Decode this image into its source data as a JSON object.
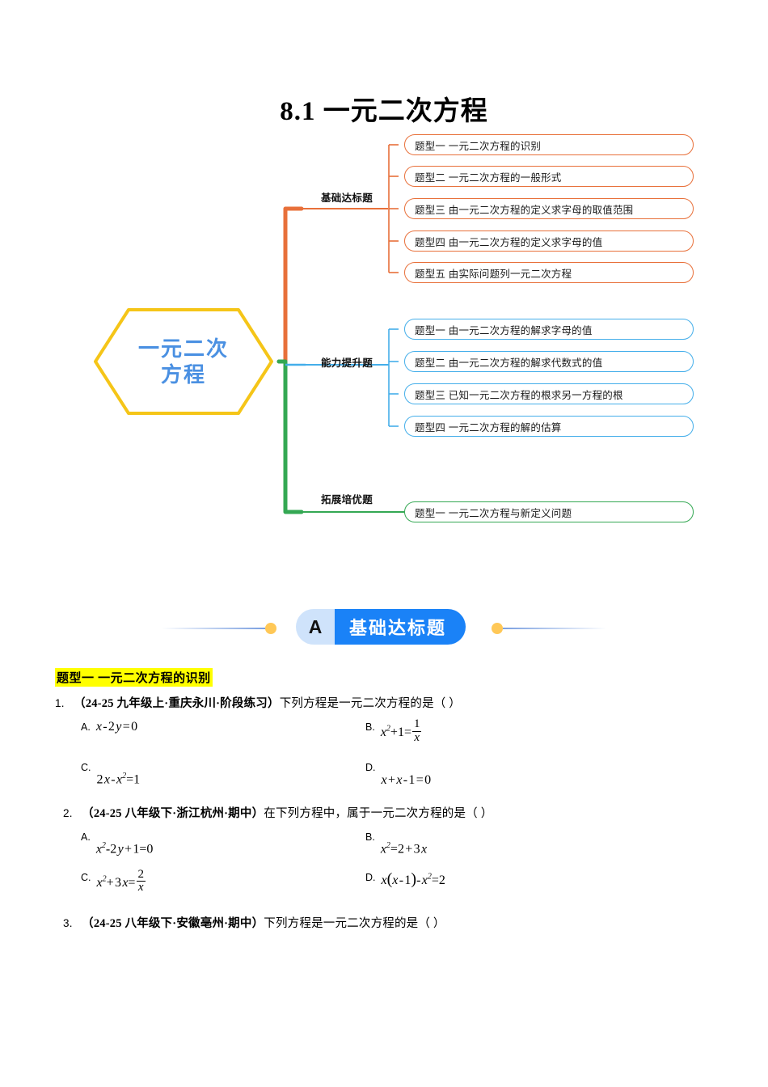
{
  "document": {
    "title": "8.1 一元二次方程"
  },
  "mindmap": {
    "center_node": {
      "line1": "一元二次",
      "line2": "方程",
      "border_color": "#f5c518",
      "text_color": "#4a90e2"
    },
    "branches": [
      {
        "label": "基础达标题",
        "color": "#e8703a",
        "items": [
          "题型一  一元二次方程的识别",
          "题型二 一元二次方程的一般形式",
          "题型三 由一元二次方程的定义求字母的取值范围",
          "题型四  由一元二次方程的定义求字母的值",
          "题型五  由实际问题列一元二次方程"
        ]
      },
      {
        "label": "能力提升题",
        "color": "#44aeea",
        "items": [
          "题型一 由一元二次方程的解求字母的值",
          "题型二  由一元二次方程的解求代数式的值",
          "题型三 已知一元二次方程的根求另一方程的根",
          "题型四 一元二次方程的解的估算"
        ]
      },
      {
        "label": "拓展培优题",
        "color": "#34a853",
        "items": [
          "题型一 一元二次方程与新定义问题"
        ]
      }
    ]
  },
  "section_banner": {
    "letter": "A",
    "title": "基础达标题",
    "letter_bg": "#cfe3fb",
    "title_bg": "#1a82f7",
    "dot_color": "#ffc857"
  },
  "exercises": {
    "topic_heading": "题型一  一元二次方程的识别",
    "highlight_color": "#ffff00",
    "questions": [
      {
        "number": "1.",
        "source": "（24-25 九年级上·重庆永川·阶段练习）",
        "stem": "下列方程是一元二次方程的是（  ）",
        "options": [
          {
            "letter": "A.",
            "math": "x - 2 y = 0"
          },
          {
            "letter": "B.",
            "math": "x² + 1 = 1/x"
          },
          {
            "letter": "C.",
            "math": "2 x - x² = 1"
          },
          {
            "letter": "D.",
            "math": "x + x - 1 = 0"
          }
        ]
      },
      {
        "number": "2.",
        "source": "（24-25 八年级下·浙江杭州·期中）",
        "stem": "在下列方程中，属于一元二次方程的是（   ）",
        "options": [
          {
            "letter": "A.",
            "math": "x² - 2 y + 1 = 0"
          },
          {
            "letter": "B.",
            "math": "x² = 2 + 3 x"
          },
          {
            "letter": "C.",
            "math": "x² + 3 x = 2/x"
          },
          {
            "letter": "D.",
            "math": "x ( x - 1 ) - x² = 2"
          }
        ]
      },
      {
        "number": "3.",
        "source": "（24-25 八年级下·安徽亳州·期中）",
        "stem": "下列方程是一元二次方程的是（    ）",
        "options": []
      }
    ]
  }
}
